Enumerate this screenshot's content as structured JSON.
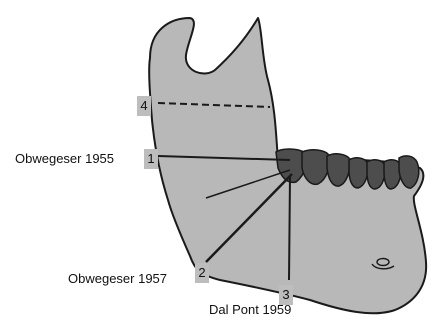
{
  "labels": {
    "obwegeser_1955": "Obwegeser 1955",
    "obwegeser_1957": "Obwegeser 1957",
    "dal_pont_1959": "Dal Pont 1959"
  },
  "markers": {
    "m1": "1",
    "m2": "2",
    "m3": "3",
    "m4": "4"
  },
  "colors": {
    "bone": "#b8b8b8",
    "outline": "#1a1a1a",
    "teeth": "#4d4d4d",
    "badge": "#bdbdbd",
    "text": "#111111"
  }
}
